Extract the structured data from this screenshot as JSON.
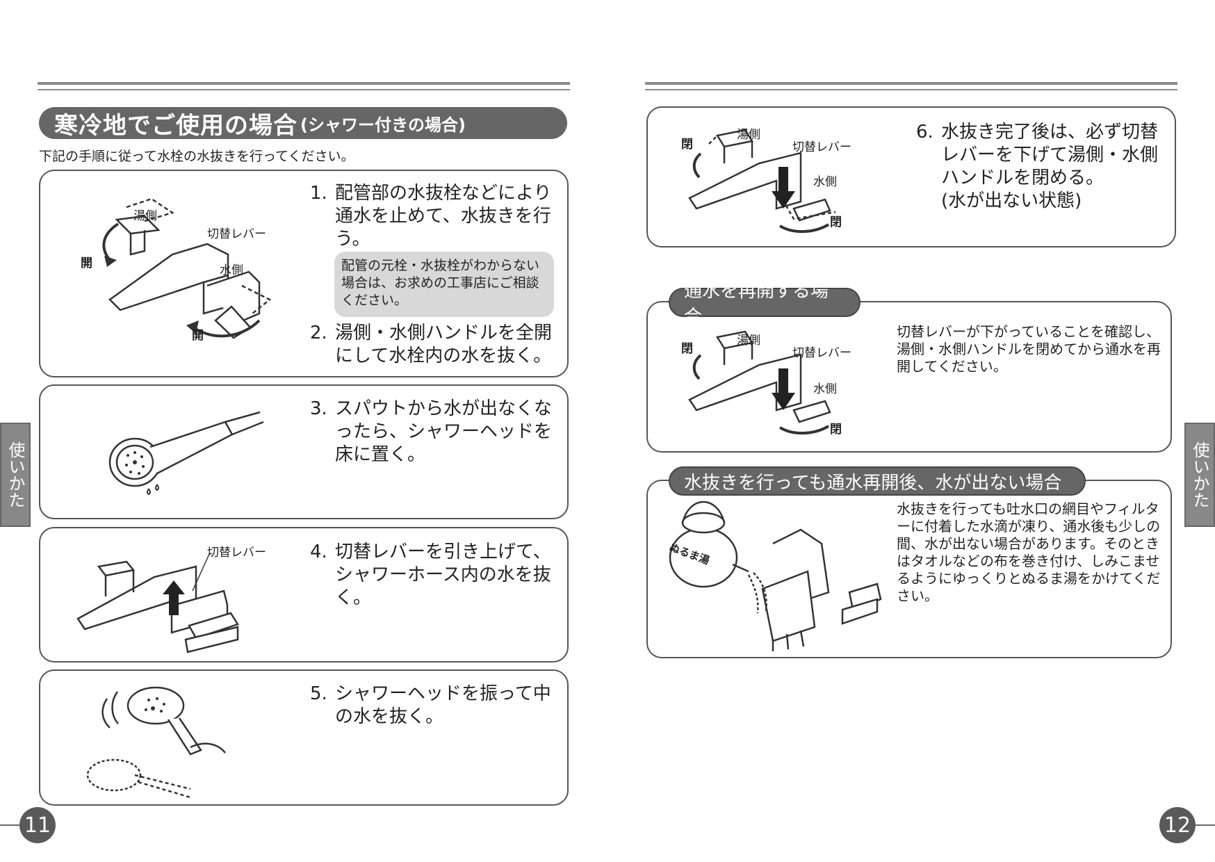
{
  "left": {
    "title_main": "寒冷地でご使用の場合",
    "title_sub": "(シャワー付きの場合)",
    "intro": "下記の手順に従って水栓の水抜きを行ってください。",
    "steps": [
      {
        "num": "1.",
        "text": "配管部の水抜栓などにより通水を止めて、水抜きを行う。"
      },
      {
        "num": "2.",
        "text": "湯側・水側ハンドルを全開にして水栓内の水を抜く。"
      },
      {
        "num": "3.",
        "text": "スパウトから水が出なくなったら、シャワーヘッドを床に置く。"
      },
      {
        "num": "4.",
        "text": "切替レバーを引き上げて、シャワーホース内の水を抜く。"
      },
      {
        "num": "5.",
        "text": "シャワーヘッドを振って中の水を抜く。"
      }
    ],
    "note": "配管の元栓・水抜栓がわからない場合は、お求めの工事店にご相談ください。",
    "labels": {
      "hot": "湯側",
      "lever": "切替レバー",
      "cold": "水側",
      "open": "開"
    },
    "page_number": "11"
  },
  "right": {
    "steps": [
      {
        "num": "6.",
        "text": "水抜き完了後は、必ず切替レバーを下げて湯側・水側ハンドルを閉める。",
        "sub": "(水が出ない状態)"
      }
    ],
    "section_resume": {
      "title": "通水を再開する場合",
      "text": "切替レバーが下がっていることを確認し、湯側・水側ハンドルを閉めてから通水を再開してください。"
    },
    "section_nowater": {
      "title": "水抜きを行っても通水再開後、水が出ない場合",
      "text": "水抜きを行っても吐水口の網目やフィルターに付着した水滴が凍り、通水後も少しの間、水が出ない場合があります。そのときはタオルなどの布を巻き付け、しみこませるようにゆっくりとぬるま湯をかけてください。",
      "kettle_label": "ぬるま湯"
    },
    "labels": {
      "hot": "湯側",
      "lever": "切替レバー",
      "cold": "水側",
      "close": "閉"
    },
    "page_number": "12"
  },
  "side_tab": "使いかた"
}
